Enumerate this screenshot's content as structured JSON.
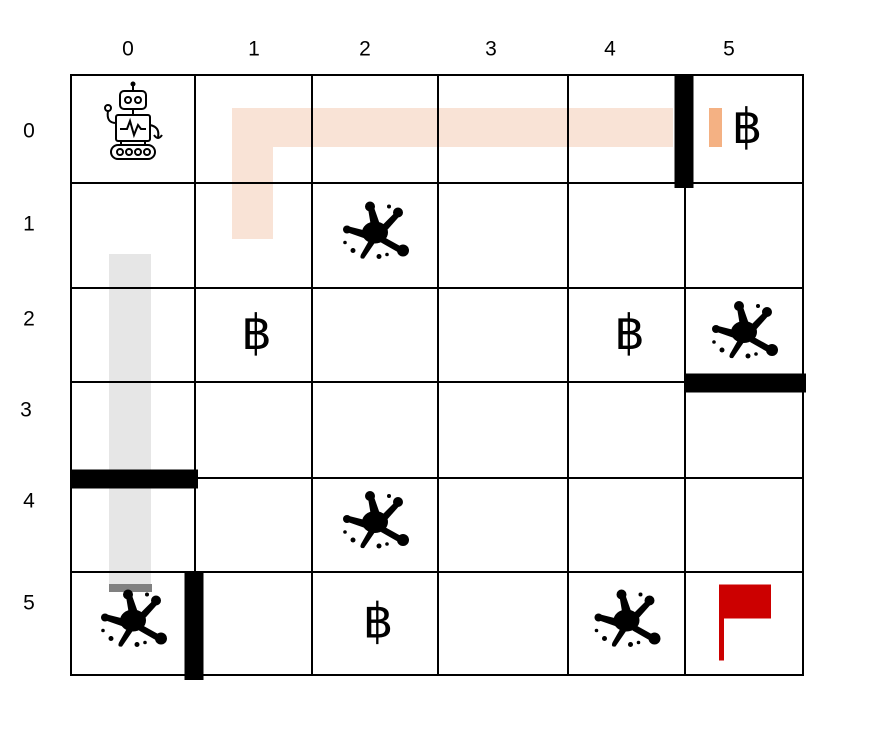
{
  "grid": {
    "rows": 6,
    "cols": 6,
    "col_labels": [
      "0",
      "1",
      "2",
      "3",
      "4",
      "5"
    ],
    "row_labels": [
      "0",
      "1",
      "2",
      "3",
      "4",
      "5"
    ]
  },
  "agent": {
    "icon": "robot-icon",
    "cell": [
      0,
      0
    ]
  },
  "goal": {
    "icon": "flag-icon",
    "cell": [
      5,
      5
    ],
    "color": "#cc0000"
  },
  "coins": {
    "icon": "bitcoin-icon",
    "glyph": "฿",
    "cells": [
      [
        0,
        5
      ],
      [
        2,
        1
      ],
      [
        2,
        4
      ],
      [
        5,
        2
      ]
    ]
  },
  "hazards": {
    "icon": "ink-splat-icon",
    "cells": [
      [
        1,
        2
      ],
      [
        2,
        5
      ],
      [
        4,
        2
      ],
      [
        5,
        0
      ],
      [
        5,
        4
      ]
    ]
  },
  "walls": [
    {
      "between": [
        [
          0,
          4
        ],
        [
          0,
          5
        ]
      ],
      "orientation": "vertical"
    },
    {
      "between": [
        [
          2,
          5
        ],
        [
          3,
          5
        ]
      ],
      "orientation": "horizontal"
    },
    {
      "between": [
        [
          3,
          0
        ],
        [
          4,
          0
        ]
      ],
      "orientation": "horizontal"
    },
    {
      "between": [
        [
          5,
          0
        ],
        [
          5,
          1
        ]
      ],
      "orientation": "vertical"
    }
  ],
  "paths": [
    {
      "name": "orange-path",
      "color": "#f9e3d6",
      "end_color": "#f4b183",
      "cells": [
        [
          1,
          1
        ],
        [
          0,
          1
        ],
        [
          0,
          2
        ],
        [
          0,
          3
        ],
        [
          0,
          4
        ],
        [
          0,
          5
        ]
      ]
    },
    {
      "name": "gray-path",
      "color": "#e6e6e6",
      "end_color": "#808080",
      "cells": [
        [
          2,
          0
        ],
        [
          3,
          0
        ],
        [
          4,
          0
        ],
        [
          5,
          0
        ]
      ]
    }
  ]
}
